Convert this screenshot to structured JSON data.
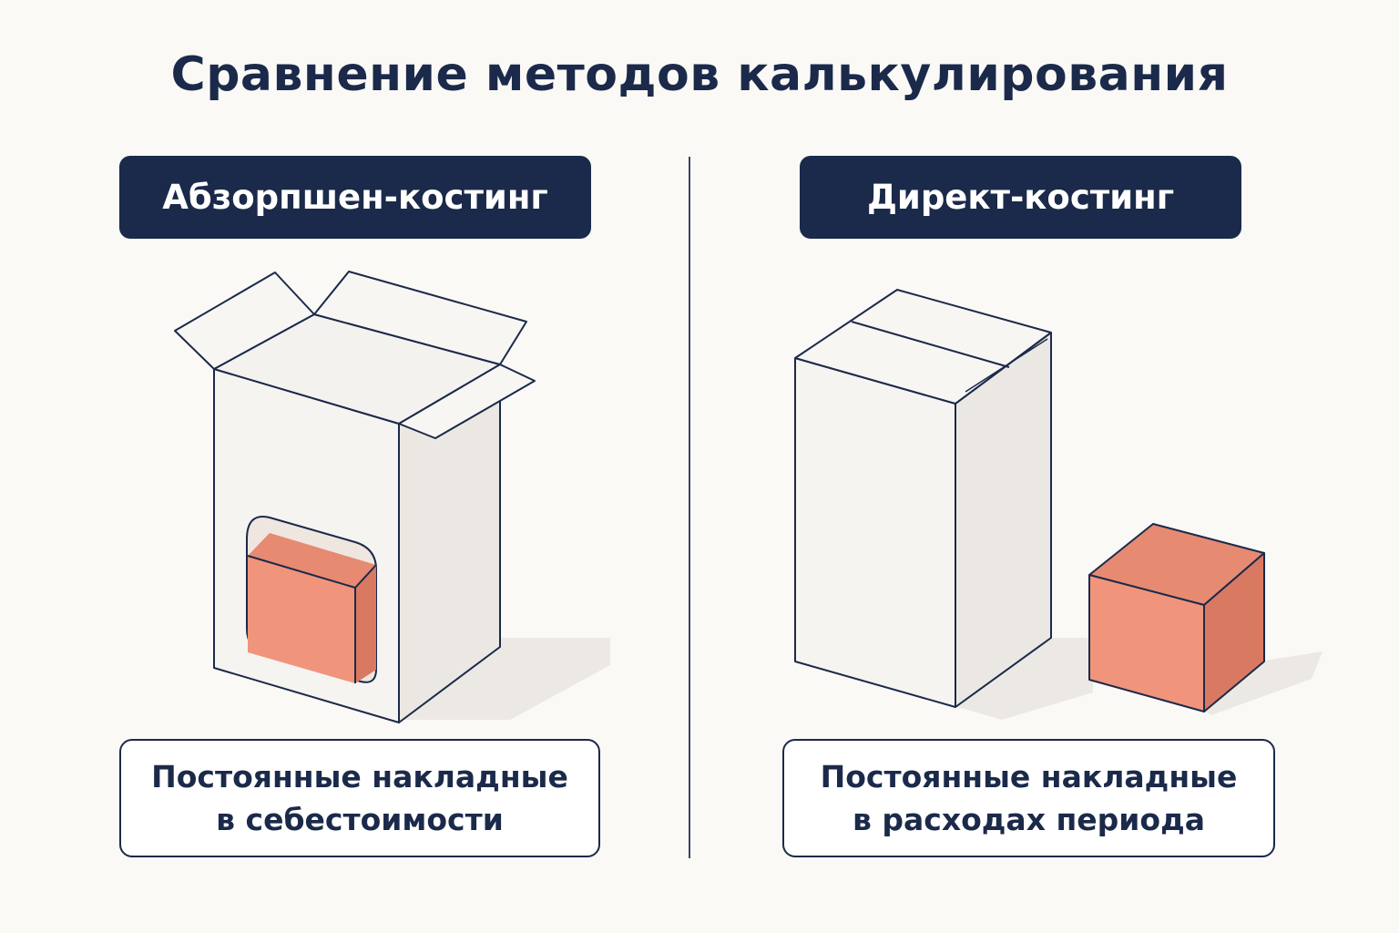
{
  "title": "Сравнение методов калькулирования",
  "left": {
    "heading": "Абзорпшен-костинг",
    "caption_line1": "Постоянные накладные",
    "caption_line2": "в себестоимости"
  },
  "right": {
    "heading": "Директ-костинг",
    "caption_line1": "Постоянные накладные",
    "caption_line2": "в расходах периода"
  },
  "colors": {
    "navy": "#1b2a4a",
    "background": "#fbf9f6",
    "cube_front": "#f0957c",
    "cube_top": "#e68a72",
    "cube_side": "#d97962"
  }
}
